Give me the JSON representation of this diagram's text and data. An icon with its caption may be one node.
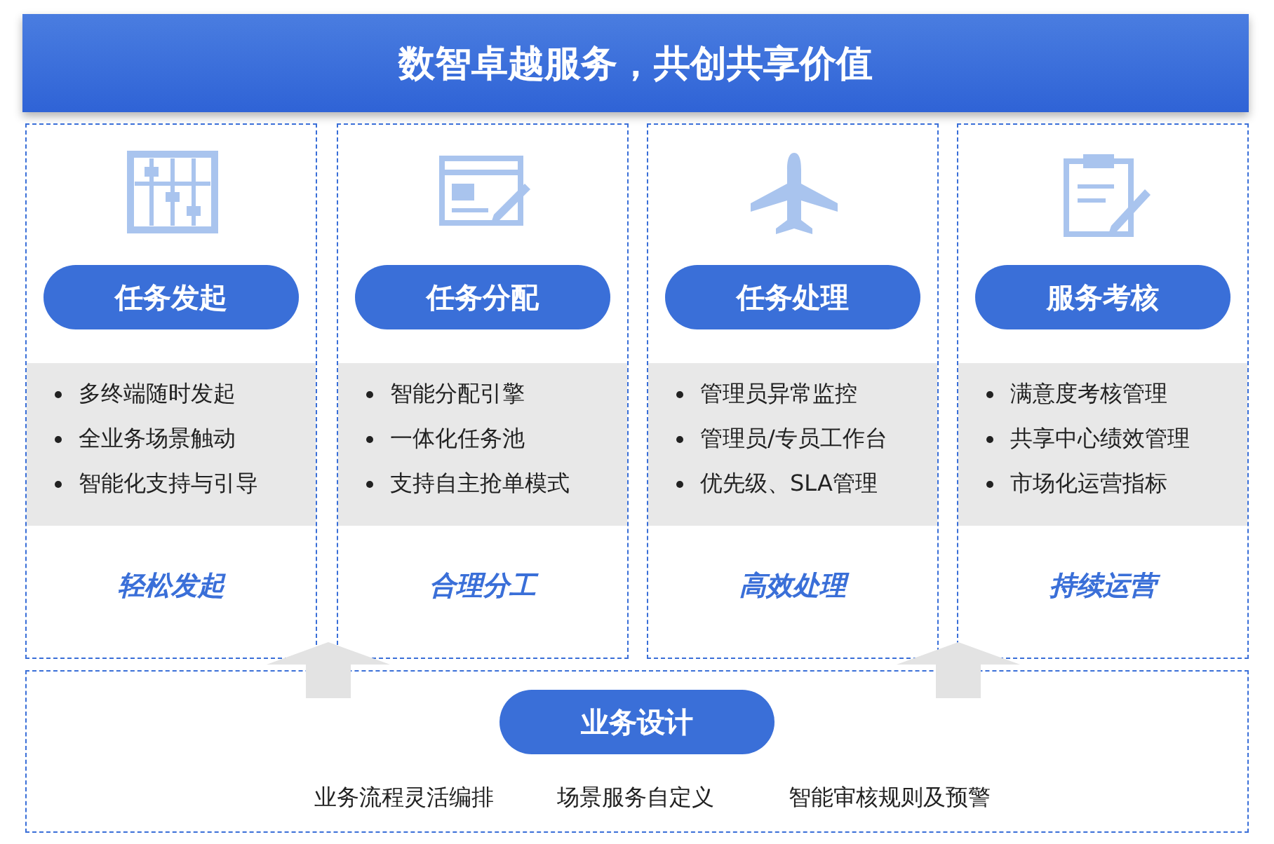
{
  "diagram": {
    "title": "数智卓越服务，共创共享价值",
    "nodes": [
      {
        "text": [
          "多终端随时发起",
          "全业务场景触动",
          "智能化支持与引导",
          "轻松发起"
        ]
      },
      {
        "text": [
          "任务发起"
        ],
        "in": 0
      },
      {
        "text": [
          "智能分配引擎",
          "一体化任务池",
          "支持自主抢单模式",
          "合理分工"
        ]
      },
      {
        "text": [
          "任务分配"
        ],
        "in": 2
      },
      {
        "text": [
          "管理员异常监控",
          "管理员/专员工作台",
          "优先级、SLA管理",
          "高效处理"
        ]
      },
      {
        "text": [
          "任务处理"
        ],
        "in": 4
      },
      {
        "text": [
          "满意度考核管理",
          "共享中心绩效管理",
          "市场化运营指标",
          "持续运营"
        ]
      },
      {
        "text": [
          "服务考核"
        ],
        "in": 6
      },
      {
        "text": [
          "业务流程灵活编排",
          "场景服务自定义",
          "智能审核规则及预警"
        ]
      },
      {
        "text": [
          "业务设计"
        ],
        "in": 8
      }
    ],
    "edges": [
      {
        "from": 8,
        "to": null,
        "arrow": "to"
      },
      {
        "from": 8,
        "to": null,
        "arrow": "to"
      }
    ]
  }
}
